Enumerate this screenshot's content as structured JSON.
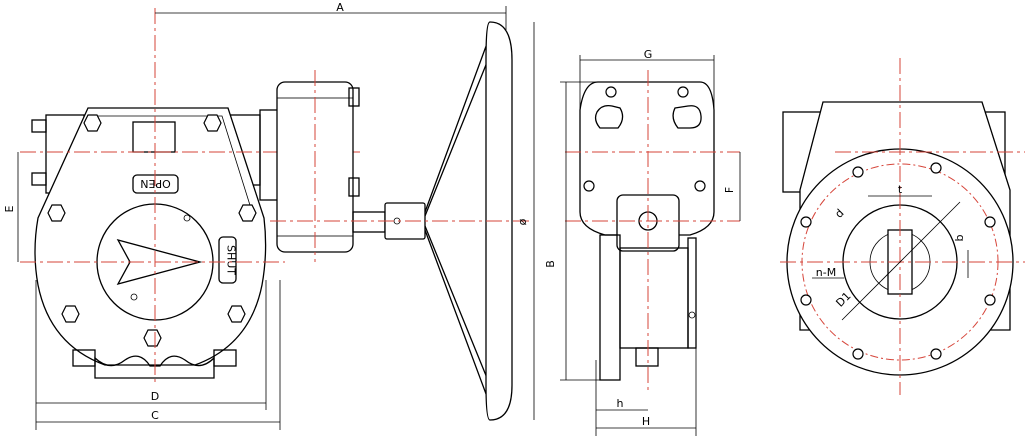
{
  "dimensions": {
    "A": "A",
    "B": "B",
    "C": "C",
    "D": "D",
    "E": "E",
    "F": "F",
    "G": "G",
    "H": "H",
    "h": "h",
    "phi": "ø",
    "d": "d",
    "t": "t",
    "b": "b",
    "D1": "D1",
    "nM": "n-M"
  },
  "indicator": {
    "open": "OPEN",
    "shut": "SHUT"
  },
  "colors": {
    "line": "#000000",
    "centerline": "#d6453a"
  }
}
